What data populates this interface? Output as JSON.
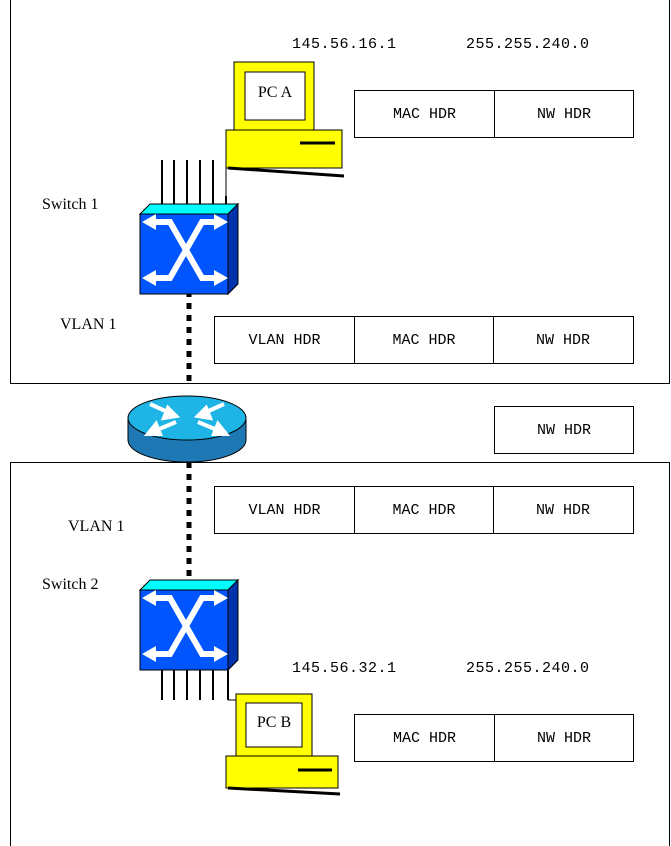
{
  "pc_a": {
    "label": "PC A",
    "ip": "145.56.16.1",
    "mask": "255.255.240.0",
    "frame": [
      "MAC HDR",
      "NW HDR"
    ]
  },
  "switch1": {
    "label": "Switch 1"
  },
  "top_vlan": {
    "label": "VLAN 1",
    "frame": [
      "VLAN HDR",
      "MAC HDR",
      "NW HDR"
    ]
  },
  "router": {
    "frame": [
      "NW HDR"
    ]
  },
  "bottom_vlan": {
    "label": "VLAN 1",
    "frame": [
      "VLAN HDR",
      "MAC HDR",
      "NW HDR"
    ]
  },
  "switch2": {
    "label": "Switch 2"
  },
  "pc_b": {
    "label": "PC B",
    "ip": "145.56.32.1",
    "mask": "255.255.240.0",
    "frame": [
      "MAC HDR",
      "NW HDR"
    ]
  },
  "colors": {
    "pc_yellow": "#FFFF00",
    "switch_blue": "#0055FF",
    "switch_top": "#00FFFF",
    "router_cyan": "#1EB4E6",
    "router_top": "#5ADCFF"
  }
}
